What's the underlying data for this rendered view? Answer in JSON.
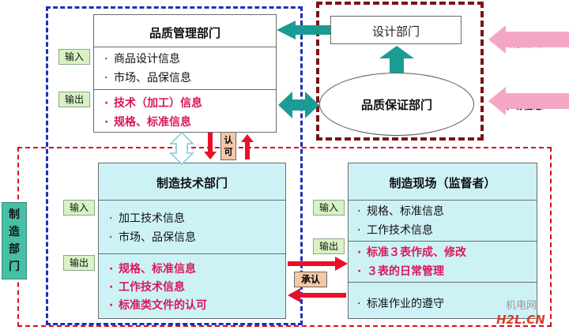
{
  "quality_mgmt": {
    "title": "品质管理部门",
    "input_tag": "输入",
    "output_tag": "输出",
    "inputs": [
      "商品设计信息",
      "市场、品保信息"
    ],
    "outputs": [
      "技术（加工）信息",
      "规格、标准信息"
    ]
  },
  "design_dept": {
    "title": "设计部门"
  },
  "qa_dept": {
    "title": "品质保证部门"
  },
  "external_inputs": {
    "planning": "商品企划",
    "market_info": "市场信息"
  },
  "approval_small": "认\n可",
  "mfg_tech": {
    "title": "制造技术部门",
    "input_tag": "输入",
    "output_tag": "输出",
    "inputs": [
      "加工技术信息",
      "市场、品保信息"
    ],
    "outputs": [
      "规格、标准信息",
      "工作技术信息",
      "标准类文件的认可"
    ]
  },
  "mfg_site": {
    "title": "制造现场（监督者）",
    "input_tag": "输入",
    "output_tag": "输出",
    "inputs": [
      "规格、标准信息",
      "工作技术信息"
    ],
    "outputs": [
      "标准３表作成、修改",
      "３表的日常管理"
    ],
    "extra": [
      "标准作业的遵守"
    ]
  },
  "approval_label": "承认",
  "mfg_dept_label": "制\n造\n部\n门",
  "watermark": {
    "line1": "机电网",
    "line2": "H2L.CN"
  },
  "colors": {
    "blue_dash": "#1f2fb8",
    "red_dash": "#d4101a",
    "maroon_dash": "#7a1414",
    "teal_arrow": "#1a9c94",
    "red_arrow": "#e8102a",
    "pink_arrow": "#f4a7c4",
    "panel_cyan": "#cdf2f6",
    "tag_green": "#d8f2c4",
    "approval_bg": "#f4c8a6",
    "mfg_label_bg": "#46c0a4"
  }
}
